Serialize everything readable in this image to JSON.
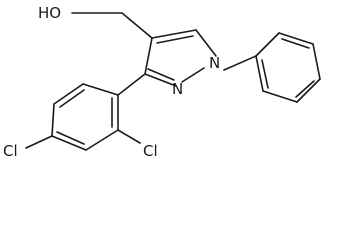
{
  "structure": {
    "labels": {
      "hydroxyl": "HO",
      "n_aromatic": "N",
      "n_phenyl": "N",
      "cl_para": "Cl",
      "cl_ortho": "Cl"
    }
  }
}
